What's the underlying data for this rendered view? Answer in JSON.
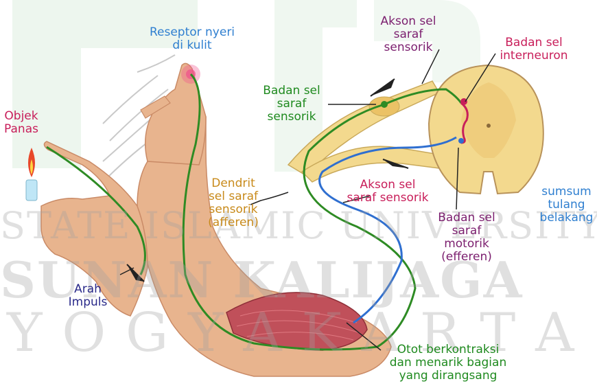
{
  "colors": {
    "green_text": "#1f8a1f",
    "blue_text": "#2f7fd0",
    "orange_text": "#c88a1a",
    "crimson_text": "#c81e5a",
    "purple_text": "#7b1e6e",
    "navy_text": "#2a2a8a",
    "nerve_green": "#2e8b24",
    "nerve_blue": "#2f6fd0",
    "skin": "#e8b48e",
    "cord": "#f3d98e",
    "muscle": "#c0505a"
  },
  "labels": {
    "pain_receptor": "Reseptor nyeri\ndi kulit",
    "hot_object": "Objek\nPanas",
    "sensory_axon": "Akson sel\nsaraf\nsensorik",
    "interneuron_body": "Badan sel\ninterneuron",
    "sensory_cell_body": "Badan sel\nsaraf\nsensorik",
    "dendrite": "Dendrit\nsel saraf\nsensorik\n(afferen)",
    "sensory_axon_lower": "Akson sel\nsaraf sensorik",
    "spinal_cord": "sumsum\ntulang\nbelakang",
    "motor_cell_body": "Badan sel\nsaraf\nmotorik\n(efferen)",
    "impulse_direction": "Arah\nImpuls",
    "muscle_contraction": "Otot berkontraksi\ndan menarik bagian\nyang dirangsang"
  },
  "watermark": {
    "line1": "STATE ISLAMIC UNIVERSITY",
    "line2": "SUNAN KALIJAGA",
    "line3": "Y O G Y A K A R T A"
  },
  "icons": [
    "candle-icon",
    "watermark-logo-icon"
  ]
}
